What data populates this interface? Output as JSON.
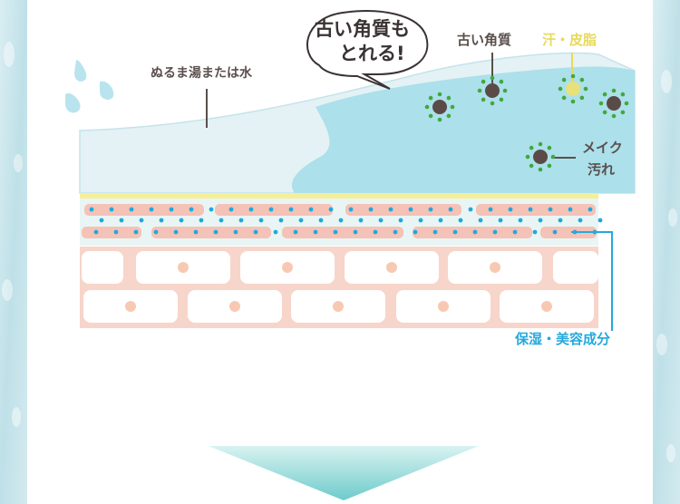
{
  "labels": {
    "water": "ぬるま湯または水",
    "bubble_line1": "古い角質も",
    "bubble_line2": "とれる!",
    "old_skin": "古い角質",
    "sweat_sebum": "汗・皮脂",
    "makeup_line1": "メイク",
    "makeup_line2": "汚れ",
    "moisture": "保湿・美容成分"
  },
  "colors": {
    "water_side": "#cbe6ec",
    "water_fill": "#e4f2f5",
    "water_highlight": "#ace0eb",
    "skin_cell": "#f4c2b6",
    "skin_nucleus": "#f8c9b2",
    "cell_outline": "#f7d5ca",
    "ingredient_dot": "#22a8dc",
    "dirt_core": "#5b4b47",
    "dirt_halo": "#43a83a",
    "sebum_core": "#e7e17a",
    "arrow_top": "#c3ecea",
    "arrow_bottom": "#74cdcd",
    "label_dark": "#5a4f4c",
    "label_yellow": "#e8d95a",
    "label_blue": "#25a9dc"
  },
  "icons": [
    "water-drop-icon",
    "dirt-particle-icon",
    "sebum-particle-icon",
    "down-arrow-icon"
  ]
}
